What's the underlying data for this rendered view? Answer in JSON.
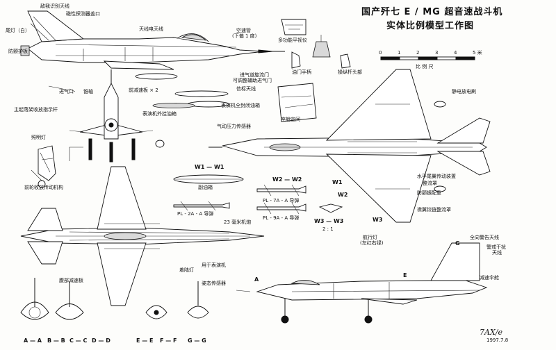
{
  "title": {
    "line1": "国产歼七 E / MG 超音速战斗机",
    "line2": "实体比例模型工作图"
  },
  "scale": {
    "ticks": [
      "0",
      "1",
      "2",
      "3",
      "4",
      "5 米"
    ],
    "label": "比 例 尺"
  },
  "side_view_labels": {
    "iff": "敌我识别天线",
    "radar_cover": "磁性探测器盖口",
    "radio_antenna": "天线电天线",
    "pitot": "空速管",
    "pitot_sub": "(下偏 1 度)",
    "canopy_ctrl": "多功能平视仪",
    "tail_light": "尾灯（白）",
    "anti_flutter": "防颤护板",
    "inlet_dot": "进气口",
    "cone": "锥轴",
    "speed_brake": "前减速板 × 2",
    "aux_inlet": "进气道旋流门",
    "adj_inlet": "可调整辅助进气门",
    "signal_ant": "信标天线",
    "ext_tank": "表演机外挂油箱",
    "smoke_tank": "表演机全封闭油箱"
  },
  "front_view_labels": {
    "gear_indicator": "主起落架收放指示杆",
    "landing_light": "照明灯",
    "nose_gear_mech": "前轮收放传动机构"
  },
  "cockpit_labels": {
    "throttle": "油门手柄",
    "stick": "操纵杆头部",
    "cabin": "座舱空间"
  },
  "plan_view_labels": {
    "static_wick": "静电放电刷",
    "airflow_sensor": "气动压力传感器",
    "tailplane_unit": "水平尾翼传动装置",
    "stab_fairing": "整流罩",
    "antiflutter_weight": "防颤振配重",
    "flap_fairing": "襟翼铰链整流罩",
    "nav_light": "航行灯",
    "nav_light_sub": "(左红右绿)",
    "w1": "W1",
    "w2": "W2",
    "w3": "W3"
  },
  "sections": {
    "w1w1": "W1 — W1",
    "drop_tank": "副油箱",
    "w2w2": "W2 — W2",
    "pl7": "PL - 7A - A 导弹",
    "pl2": "PL - 2A - A 导弹",
    "pl9": "PL - 9A - A 导弹",
    "w3w3": "W3 — W3",
    "w3_scale": "2 : 1"
  },
  "bottom_view_labels": {
    "gun": "23 毫米机炮",
    "belly_brake": "腹部减速板",
    "ventral_light": "着陆灯",
    "demo_use": "用于表演机",
    "attitude_sensor": "姿态传感器"
  },
  "profile_labels": {
    "mark_g": "G",
    "mark_a": "A",
    "mark_e": "E",
    "warn_ant": "全向警告天线",
    "jam_ant": "警戒干扰",
    "jam_ant2": "天线",
    "chute": "减速伞舱"
  },
  "cross_sections": {
    "ab": "A — A",
    "bb": "B — B",
    "cc": "C — C",
    "dd": "D — D",
    "ee": "E — E",
    "ff": "F — F",
    "gg": "G — G"
  },
  "signature": {
    "name": "7AX/e",
    "date": "1997.7.8"
  },
  "colors": {
    "ink": "#111111",
    "paper": "#fdfdfb",
    "shade": "#d9d9d9"
  }
}
